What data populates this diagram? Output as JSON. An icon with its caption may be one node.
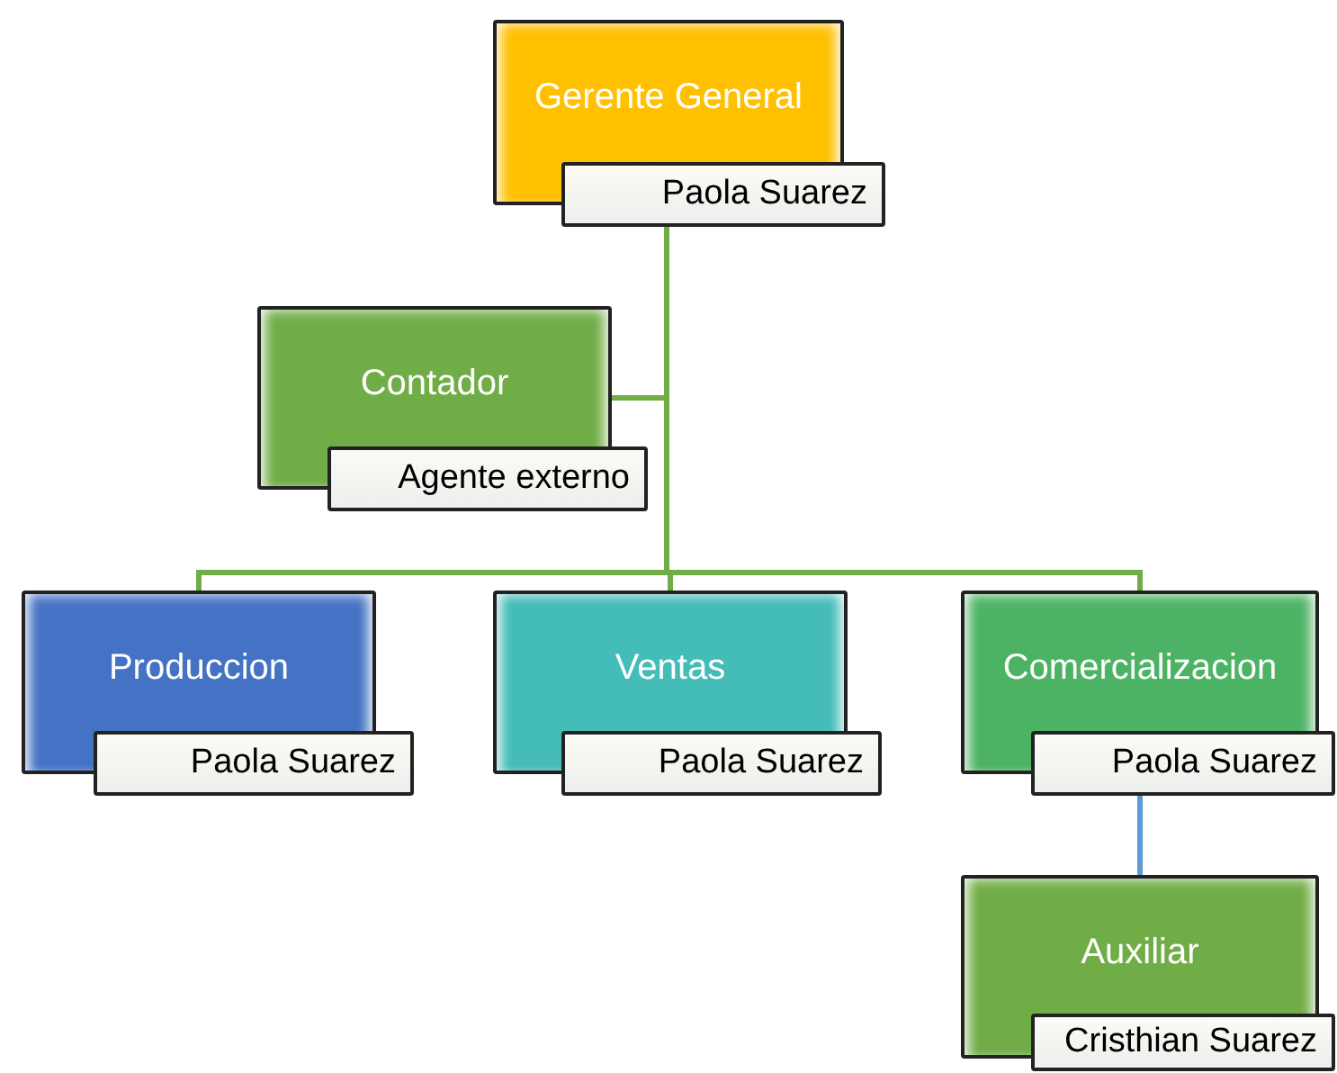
{
  "diagram": {
    "nodes": [
      {
        "text": [
          "Gerente General",
          "Paola Suarez"
        ]
      },
      {
        "text": [
          "Contador",
          "Agente externo"
        ]
      },
      {
        "text": [
          "Produccion",
          "Paola Suarez"
        ]
      },
      {
        "text": [
          "Ventas",
          "Paola Suarez"
        ]
      },
      {
        "text": [
          "Comercializacion",
          "Paola Suarez"
        ]
      },
      {
        "text": [
          "Auxiliar",
          "Cristhian Suarez"
        ]
      }
    ],
    "edges": [
      {
        "from": 0,
        "to": 1,
        "arrow": "none"
      },
      {
        "from": 0,
        "to": 2,
        "arrow": "none"
      },
      {
        "from": 0,
        "to": 3,
        "arrow": "none"
      },
      {
        "from": 0,
        "to": 4,
        "arrow": "none"
      },
      {
        "from": 4,
        "to": 5,
        "arrow": "none",
        "color": "#5b9bd5"
      }
    ]
  }
}
